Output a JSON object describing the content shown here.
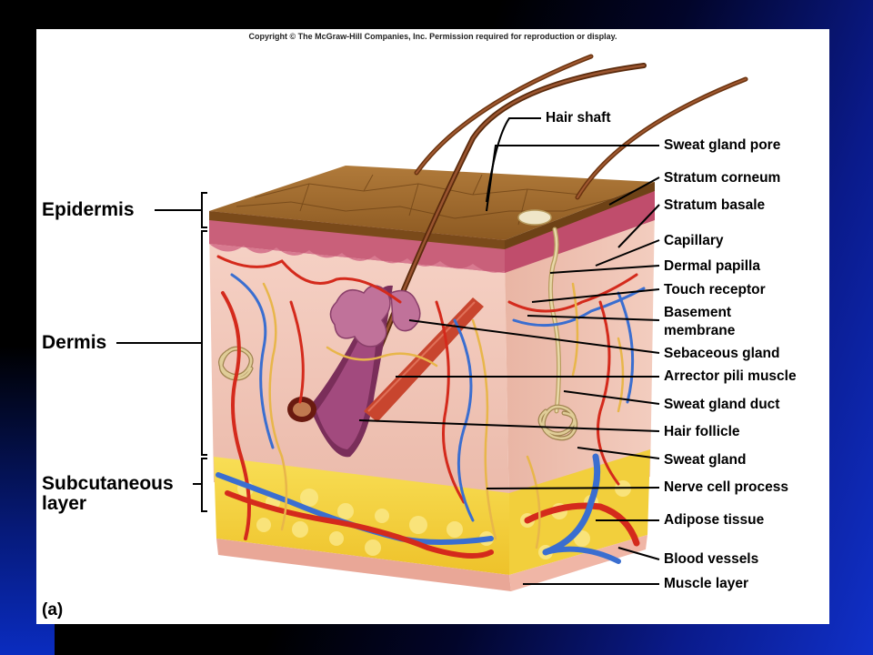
{
  "copyright": "Copyright © The McGraw-Hill Companies, Inc. Permission required for reproduction or display.",
  "panel_label": "(a)",
  "left_labels": {
    "epidermis": "Epidermis",
    "dermis": "Dermis",
    "subcutaneous_line1": "Subcutaneous",
    "subcutaneous_line2": "layer"
  },
  "right_labels": {
    "hair_shaft": "Hair shaft",
    "sweat_gland_pore": "Sweat gland pore",
    "stratum_corneum": "Stratum corneum",
    "stratum_basale": "Stratum basale",
    "capillary": "Capillary",
    "dermal_papilla": "Dermal papilla",
    "touch_receptor": "Touch receptor",
    "basement_membrane_line1": "Basement",
    "basement_membrane_line2": "membrane",
    "sebaceous_gland": "Sebaceous gland",
    "arrector_pili_muscle": "Arrector pili muscle",
    "sweat_gland_duct": "Sweat gland duct",
    "hair_follicle": "Hair follicle",
    "sweat_gland": "Sweat gland",
    "nerve_cell_process": "Nerve cell process",
    "adipose_tissue": "Adipose tissue",
    "blood_vessels": "Blood vessels",
    "muscle_layer": "Muscle layer"
  },
  "colors": {
    "stratum_corneum": "#a06a2c",
    "epidermis_pink": "#c9607a",
    "dermis": "#f2c6b8",
    "adipose": "#f4d23a",
    "artery": "#d42a1c",
    "vein": "#3a6ed0",
    "nerve": "#e8b64a"
  }
}
